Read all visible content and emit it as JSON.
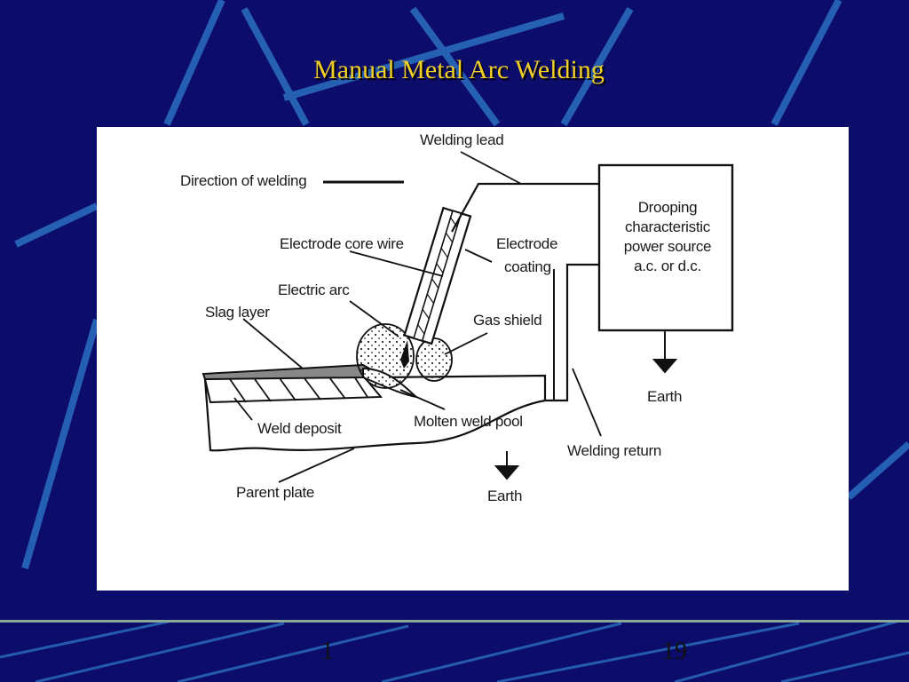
{
  "slide": {
    "title": "Manual Metal Arc Welding",
    "footer_left": "1",
    "footer_right": "19"
  },
  "diagram": {
    "labels": {
      "welding_lead": "Welding lead",
      "direction_of_welding": "Direction of welding",
      "electrode_core_wire": "Electrode core wire",
      "electrode_coating_line1": "Electrode",
      "electrode_coating_line2": "coating",
      "electric_arc": "Electric arc",
      "slag_layer": "Slag layer",
      "gas_shield": "Gas shield",
      "weld_deposit": "Weld deposit",
      "molten_weld_pool": "Molten weld pool",
      "parent_plate": "Parent plate",
      "earth_plate": "Earth",
      "earth_source": "Earth",
      "welding_return": "Welding return",
      "power_source": [
        "Drooping",
        "characteristic",
        "power source",
        "a.c. or d.c."
      ]
    }
  }
}
